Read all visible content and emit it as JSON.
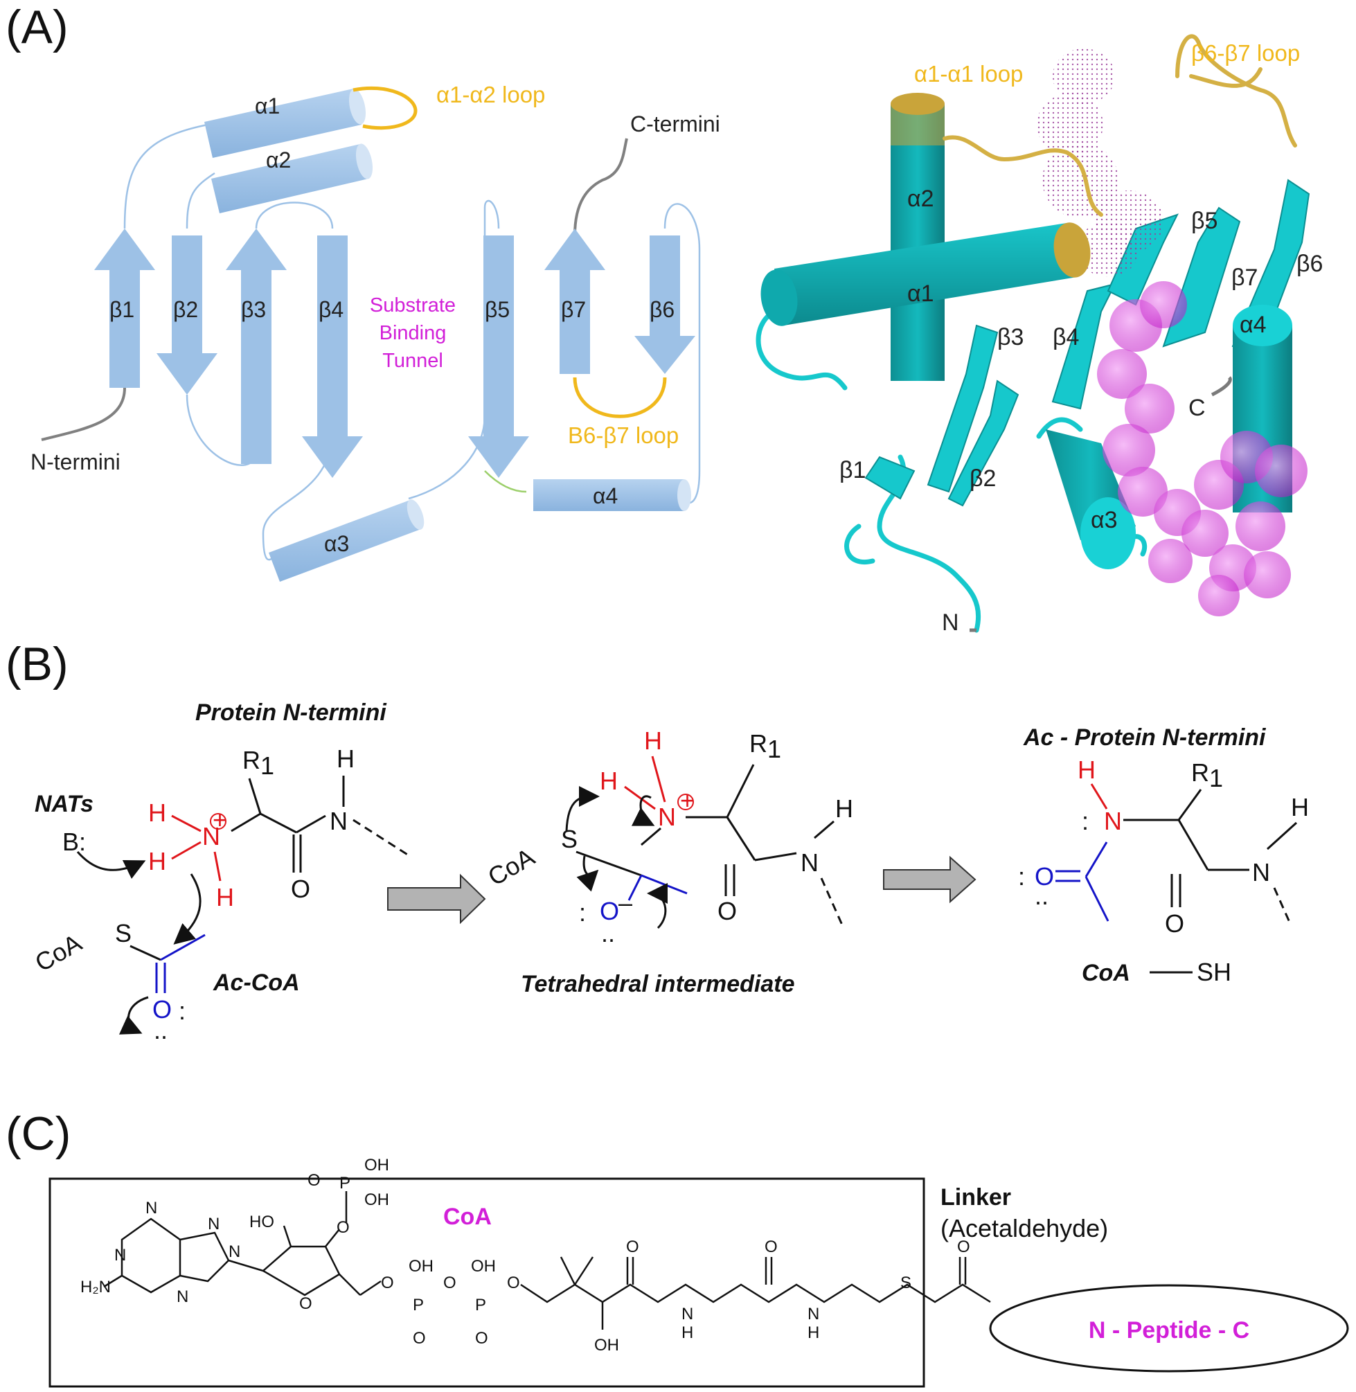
{
  "panels": [
    "(A)",
    "(B)",
    "(C)"
  ],
  "panel_a": {
    "topology": {
      "helices": [
        "α1",
        "α2",
        "α3",
        "α4"
      ],
      "strands": [
        "β1",
        "β2",
        "β3",
        "β4",
        "β5",
        "β7",
        "β6"
      ],
      "loop_a1a2": "α1-α2 loop",
      "loop_b6b7": "B6-β7 loop",
      "c_termini": "C-termini",
      "n_termini": "N-termini",
      "tunnel": [
        "Substrate",
        "Binding",
        "Tunnel"
      ]
    },
    "structure": {
      "loop_a1a1": "α1-α1 loop",
      "loop_b6b7": "β6-β7 loop",
      "labels": [
        "α2",
        "α1",
        "β3",
        "β4",
        "β5",
        "β7",
        "β6",
        "α4",
        "α3",
        "β1",
        "β2",
        "C",
        "N"
      ]
    },
    "colors": {
      "topology": "#9dc1e6",
      "loop": "#f0b81c",
      "cartoon": "#16c8cc",
      "ligand": "#d24ad8"
    }
  },
  "panel_b": {
    "protein_n_termini": "Protein N-termini",
    "nats": "NATs",
    "base": "B:",
    "ac_coa": "Ac-CoA",
    "tetrahedral": "Tetrahedral intermediate",
    "ac_protein": "Ac - Protein N-termini",
    "coa": "CoA",
    "sh": "SH",
    "atoms": {
      "H": "H",
      "N": "N",
      "O": "O",
      "R": "R",
      "sub1": "1",
      "coa_s": "CoA",
      "S": "S",
      "neg": "–"
    }
  },
  "panel_c": {
    "coa": "CoA",
    "linker": "Linker",
    "linker_sub": "(Acetaldehyde)",
    "peptide": "N - Peptide - C",
    "atoms": {
      "N": "N",
      "H2N": "H₂N",
      "HO": "HO",
      "OH": "OH",
      "O": "O",
      "P": "P",
      "S": "S",
      "H": "H"
    }
  }
}
